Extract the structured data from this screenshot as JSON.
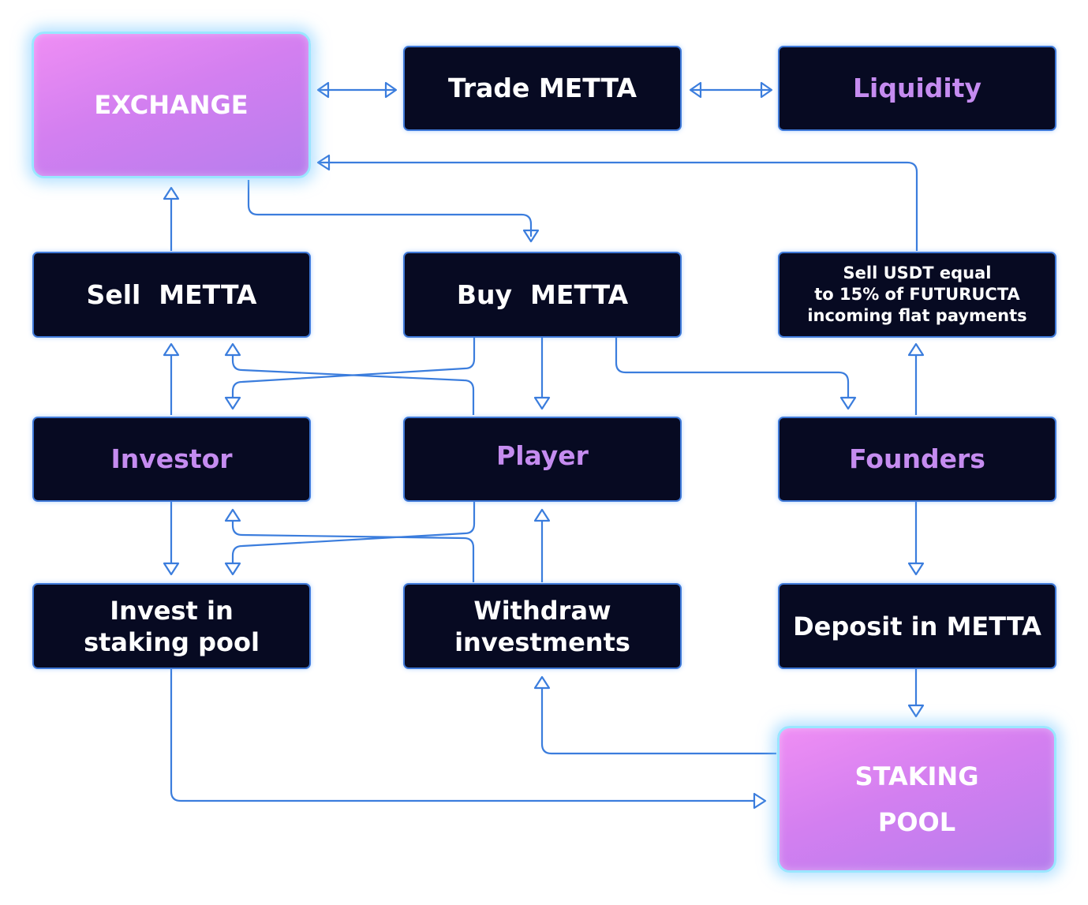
{
  "colors": {
    "box_fill": "#070a22",
    "box_border": "#3f79d8",
    "connector": "#3b7ddd",
    "accent_text": "#c58cf0",
    "highlight_gradient_start": "#ef8ef4",
    "highlight_gradient_end": "#b67ded"
  },
  "nodes": {
    "exchange": "EXCHANGE",
    "trade_metta": "Trade METTA",
    "liquidity": "Liquidity",
    "sell_metta": "Sell  METTA",
    "buy_metta": "Buy  METTA",
    "sell_usdt_line1": "Sell USDT equal",
    "sell_usdt_line2": "to 15% of FUTURUCTA",
    "sell_usdt_line3": "incoming flat payments",
    "investor": "Investor",
    "player": "Player",
    "founders": "Founders",
    "invest_line1": "Invest in",
    "invest_line2": "staking pool",
    "withdraw_line1": "Withdraw",
    "withdraw_line2": "investments",
    "deposit": "Deposit in METTA",
    "staking_line1": "STAKING",
    "staking_line2": "POOL"
  }
}
